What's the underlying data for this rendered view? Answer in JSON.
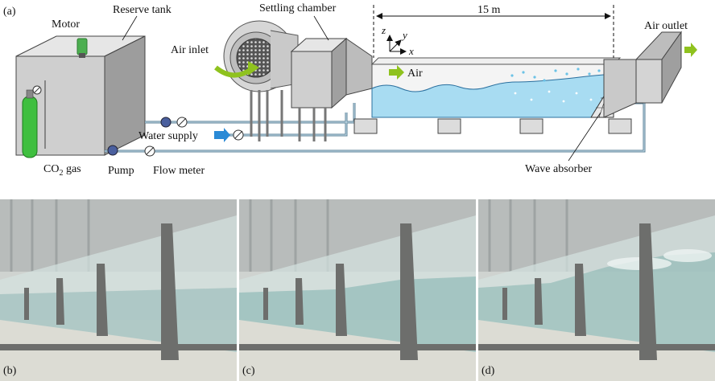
{
  "panel_a": {
    "label": "(a)",
    "labels": {
      "reserve_tank": "Reserve tank",
      "motor": "Motor",
      "settling_chamber": "Settling chamber",
      "air_inlet": "Air inlet",
      "air": "Air",
      "length": "15 m",
      "axis_z": "z",
      "axis_y": "y",
      "axis_x": "x",
      "air_outlet": "Air outlet",
      "water_supply": "Water supply",
      "co2_gas_main": "CO",
      "co2_gas_sub": "2",
      "co2_gas_tail": " gas",
      "pump": "Pump",
      "flow_meter": "Flow meter",
      "wave_absorber": "Wave absorber"
    }
  },
  "photos": [
    {
      "label": "(b)"
    },
    {
      "label": "(c)"
    },
    {
      "label": "(d)"
    }
  ],
  "colors": {
    "gas_cylinder": "#3fbf3f",
    "water": "#a8dcf2",
    "arrow_green": "#8fc21e",
    "arrow_blue": "#2a8ad6",
    "box_light": "#d9d9d9",
    "box_dark": "#a9a9a9"
  }
}
